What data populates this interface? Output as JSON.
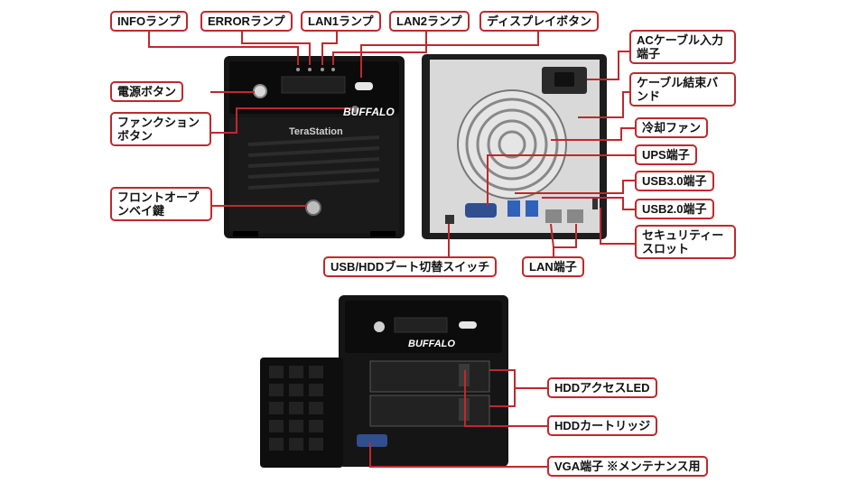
{
  "labels": {
    "info": "INFOランプ",
    "error": "ERRORランプ",
    "lan1": "LAN1ランプ",
    "lan2": "LAN2ランプ",
    "display_btn": "ディスプレイボタン",
    "power_btn": "電源ボタン",
    "function_btn": "ファンクションボタン",
    "front_key": "フロントオープンベイ鍵",
    "ac_input": "ACケーブル入力端子",
    "cable_band": "ケーブル結束バンド",
    "fan": "冷却ファン",
    "ups": "UPS端子",
    "usb3": "USB3.0端子",
    "usb2": "USB2.0端子",
    "security_slot": "セキュリティースロット",
    "usb_hdd_switch": "USB/HDDブート切替スイッチ",
    "lan_port": "LAN端子",
    "hdd_led": "HDDアクセスLED",
    "hdd_cart": "HDDカートリッジ",
    "vga": "VGA端子 ※メンテナンス用"
  },
  "device": {
    "brand": "BUFFALO",
    "model": "TeraStation"
  },
  "colors": {
    "callout": "#c0282d",
    "device": "#141414"
  }
}
